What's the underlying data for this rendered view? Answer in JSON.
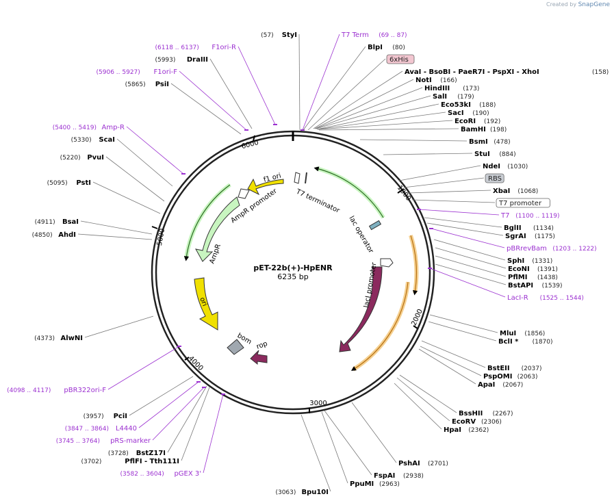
{
  "header": {
    "created_by": "Created by",
    "brand": "SnapGene"
  },
  "plasmid": {
    "name": "pET-22b(+)-HpENR",
    "size_label": "6235 bp",
    "length": 6235
  },
  "ticks": [
    "1000",
    "2000",
    "3000",
    "4000",
    "5000",
    "6000"
  ],
  "colors": {
    "enzyme": "#000000",
    "primer": "#9b30d0",
    "yellow": "#f0e000",
    "green": "#c8f5c0",
    "lacI": "#8b2a5e",
    "orange": "#f0a020",
    "grey": "#a0a8b0"
  },
  "features": [
    {
      "label": "f1 ori",
      "kind": "yellow"
    },
    {
      "label": "AmpR promoter",
      "kind": "white"
    },
    {
      "label": "AmpR",
      "kind": "green"
    },
    {
      "label": "ori",
      "kind": "yellow"
    },
    {
      "label": "bom",
      "kind": "grey"
    },
    {
      "label": "rop",
      "kind": "lacI"
    },
    {
      "label": "lacI",
      "kind": "lacI"
    },
    {
      "label": "lacI promoter",
      "kind": "white"
    },
    {
      "label": "lac operator",
      "kind": "white"
    },
    {
      "label": "T7 terminator",
      "kind": "white"
    }
  ],
  "labels": [
    {
      "pos": "(57)",
      "name": "StyI",
      "type": "enzyme"
    },
    {
      "pos": "(69 .. 87)",
      "name": "T7 Term",
      "type": "primer"
    },
    {
      "pos": "(80)",
      "name": "BlpI",
      "type": "enzyme"
    },
    {
      "pos": "",
      "name": "6xHis",
      "type": "boxpink"
    },
    {
      "pos": "(158)",
      "name": "AvaI  - BsoBI  - PaeR7I  - PspXI  - XhoI",
      "type": "enzyme"
    },
    {
      "pos": "(166)",
      "name": "NotI",
      "type": "enzyme"
    },
    {
      "pos": "(173)",
      "name": "HindIII",
      "type": "enzyme"
    },
    {
      "pos": "(179)",
      "name": "SalI",
      "type": "enzyme"
    },
    {
      "pos": "(188)",
      "name": "Eco53kI",
      "type": "enzyme"
    },
    {
      "pos": "(190)",
      "name": "SacI",
      "type": "enzyme"
    },
    {
      "pos": "(192)",
      "name": "EcoRI",
      "type": "enzyme"
    },
    {
      "pos": "(198)",
      "name": "BamHI",
      "type": "enzyme"
    },
    {
      "pos": "(478)",
      "name": "BsmI",
      "type": "enzyme"
    },
    {
      "pos": "(884)",
      "name": "StuI",
      "type": "enzyme"
    },
    {
      "pos": "(1030)",
      "name": "NdeI",
      "type": "enzyme"
    },
    {
      "pos": "",
      "name": "RBS",
      "type": "boxgrey"
    },
    {
      "pos": "(1068)",
      "name": "XbaI",
      "type": "enzyme"
    },
    {
      "pos": "",
      "name": "T7 promoter",
      "type": "boxwhite"
    },
    {
      "pos": "(1100 .. 1119)",
      "name": "T7",
      "type": "primer"
    },
    {
      "pos": "(1134)",
      "name": "BglII",
      "type": "enzyme"
    },
    {
      "pos": "(1175)",
      "name": "SgrAI",
      "type": "enzyme"
    },
    {
      "pos": "(1203 .. 1222)",
      "name": "pBRrevBam",
      "type": "primer"
    },
    {
      "pos": "(1331)",
      "name": "SphI",
      "type": "enzyme"
    },
    {
      "pos": "(1391)",
      "name": "EcoNI",
      "type": "enzyme"
    },
    {
      "pos": "(1438)",
      "name": "PflMI",
      "type": "enzyme"
    },
    {
      "pos": "(1539)",
      "name": "BstAPI",
      "type": "enzyme"
    },
    {
      "pos": "(1525 .. 1544)",
      "name": "LacI-R",
      "type": "primer"
    },
    {
      "pos": "(1856)",
      "name": "MluI",
      "type": "enzyme"
    },
    {
      "pos": "(1870)",
      "name": "BclI *",
      "type": "enzyme"
    },
    {
      "pos": "(2037)",
      "name": "BstEII",
      "type": "enzyme"
    },
    {
      "pos": "(2063)",
      "name": "PspOMI",
      "type": "enzyme"
    },
    {
      "pos": "(2067)",
      "name": "ApaI",
      "type": "enzyme"
    },
    {
      "pos": "(2267)",
      "name": "BssHII",
      "type": "enzyme"
    },
    {
      "pos": "(2306)",
      "name": "EcoRV",
      "type": "enzyme"
    },
    {
      "pos": "(2362)",
      "name": "HpaI",
      "type": "enzyme"
    },
    {
      "pos": "(2701)",
      "name": "PshAI",
      "type": "enzyme"
    },
    {
      "pos": "(2938)",
      "name": "FspAI",
      "type": "enzyme"
    },
    {
      "pos": "(2963)",
      "name": "PpuMI",
      "type": "enzyme"
    },
    {
      "pos": "(3063)",
      "name": "Bpu10I",
      "type": "enzyme"
    },
    {
      "pos": "(3582 .. 3604)",
      "name": "pGEX 3'",
      "type": "primer"
    },
    {
      "pos": "(3702)",
      "name": "PflFI  - Tth111I",
      "type": "enzyme"
    },
    {
      "pos": "(3728)",
      "name": "BstZ17I",
      "type": "enzyme"
    },
    {
      "pos": "(3745 .. 3764)",
      "name": "pRS-marker",
      "type": "primer"
    },
    {
      "pos": "(3847 .. 3864)",
      "name": "L4440",
      "type": "primer"
    },
    {
      "pos": "(3957)",
      "name": "PciI",
      "type": "enzyme"
    },
    {
      "pos": "(4098 .. 4117)",
      "name": "pBR322ori-F",
      "type": "primer"
    },
    {
      "pos": "(4373)",
      "name": "AlwNI",
      "type": "enzyme"
    },
    {
      "pos": "(4850)",
      "name": "AhdI",
      "type": "enzyme"
    },
    {
      "pos": "(4911)",
      "name": "BsaI",
      "type": "enzyme"
    },
    {
      "pos": "(5095)",
      "name": "PstI",
      "type": "enzyme"
    },
    {
      "pos": "(5220)",
      "name": "PvuI",
      "type": "enzyme"
    },
    {
      "pos": "(5330)",
      "name": "ScaI",
      "type": "enzyme"
    },
    {
      "pos": "(5400 .. 5419)",
      "name": "Amp-R",
      "type": "primer"
    },
    {
      "pos": "(5865)",
      "name": "PsiI",
      "type": "enzyme"
    },
    {
      "pos": "(5906 .. 5927)",
      "name": "F1ori-F",
      "type": "primer"
    },
    {
      "pos": "(5993)",
      "name": "DraIII",
      "type": "enzyme"
    },
    {
      "pos": "(6118 .. 6137)",
      "name": "F1ori-R",
      "type": "primer"
    }
  ]
}
